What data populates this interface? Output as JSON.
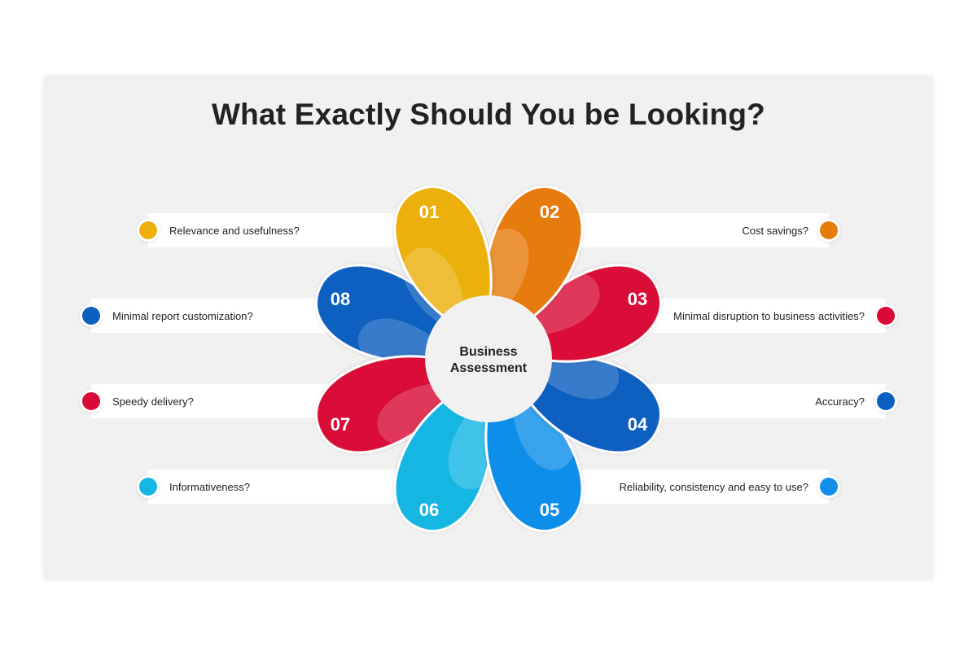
{
  "title": "What Exactly Should You be Looking?",
  "center": {
    "line1": "Business",
    "line2": "Assessment"
  },
  "colors": {
    "yellow": "#ecb00d",
    "orange": "#e67c0c",
    "red": "#d90a37",
    "blue": "#0a5fc0",
    "skyblue": "#118ee9",
    "cyan": "#14b6e3"
  },
  "items": [
    {
      "number": "01",
      "label": "Relevance and usefulness?",
      "color": "#ecb00d"
    },
    {
      "number": "02",
      "label": "Cost savings?",
      "color": "#e67c0c"
    },
    {
      "number": "03",
      "label": "Minimal disruption to business activities?",
      "color": "#d90a37"
    },
    {
      "number": "04",
      "label": "Accuracy?",
      "color": "#0a5fc0"
    },
    {
      "number": "05",
      "label": "Reliability, consistency and easy to use?",
      "color": "#118ee9"
    },
    {
      "number": "06",
      "label": "Informativeness?",
      "color": "#14b6e3"
    },
    {
      "number": "07",
      "label": "Speedy delivery?",
      "color": "#d90a37"
    },
    {
      "number": "08",
      "label": "Minimal report customization?",
      "color": "#0a5fc0"
    }
  ]
}
